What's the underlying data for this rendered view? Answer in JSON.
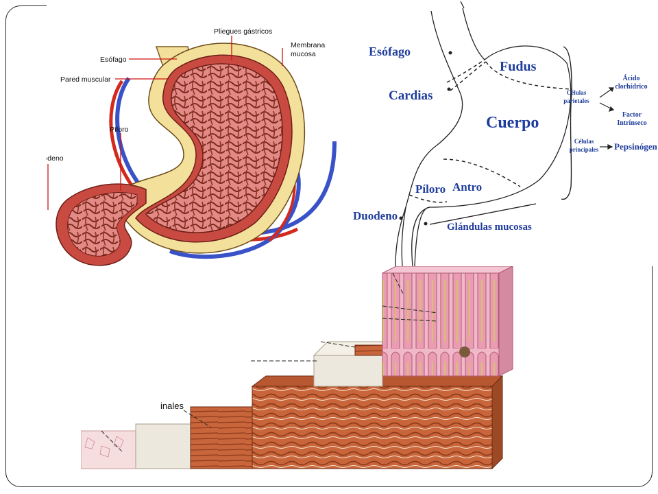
{
  "panel_anatomy": {
    "labels": {
      "esofago": "Esófago",
      "pliegues": "Pliegues gástricos",
      "membrana_1": "Membrana",
      "membrana_2": "mucosa",
      "pared": "Pared muscular",
      "piloro": "Píloro",
      "duodeno": "Duodeno"
    },
    "colors": {
      "mucosa": "#e48a86",
      "fold": "#7a2a1e",
      "fat": "#f3e09a",
      "vein": "#3a52c8",
      "artery": "#d42a1e",
      "leader": "#d01010"
    }
  },
  "panel_schematic": {
    "labels": {
      "esofago": "Esófago",
      "fudus": "Fudus",
      "cardias": "Cardias",
      "cuerpo": "Cuerpo",
      "piloro": "Píloro",
      "antro": "Antro",
      "duodeno": "Duodeno",
      "glandulas": "Glándulas mucosas",
      "celulas_parietales_1": "Células",
      "celulas_parietales_2": "parietales",
      "celulas_principales_1": "Células",
      "celulas_principales_2": "principales",
      "acido_1": "Ácido",
      "acido_2": "clorhídrico",
      "factor_1": "Factor",
      "factor_2": "Intrínseco",
      "pepsinogeno": "Pepsinógeno"
    },
    "colors": {
      "text": "#1f3d9c",
      "line": "#222222"
    }
  },
  "panel_wall": {
    "labels": {
      "partial": "inales"
    },
    "colors": {
      "muscle": "#c8653a",
      "muscle_dark": "#8c3a1c",
      "submucosa": "#ece8de",
      "mucosa": "#f0b8c8",
      "serosa": "#f6dede"
    }
  }
}
